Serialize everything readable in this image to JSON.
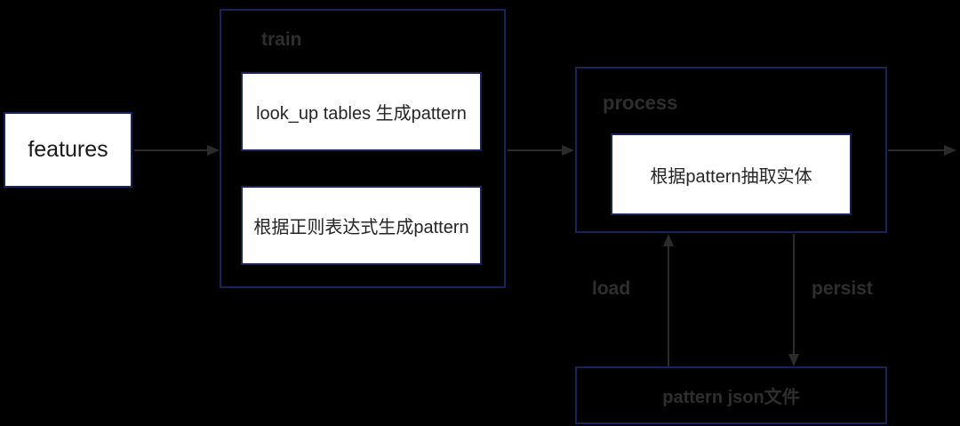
{
  "diagram": {
    "features_label": "features",
    "train": {
      "title": "train",
      "steps": [
        "look_up tables 生成pattern",
        "根据正则表达式生成pattern"
      ]
    },
    "process": {
      "title": "process",
      "step": "根据pattern抽取实体"
    },
    "storage": {
      "label": "pattern json文件"
    },
    "edges": {
      "load_label": "load",
      "persist_label": "persist"
    },
    "colors": {
      "background": "#000000",
      "border": "#16235c",
      "box_fill": "#ffffff",
      "text_dark": "#262626",
      "label_gray": "#2e2e2e",
      "arrow": "#2b2b2b",
      "features_text": "#1a1a1a"
    }
  }
}
